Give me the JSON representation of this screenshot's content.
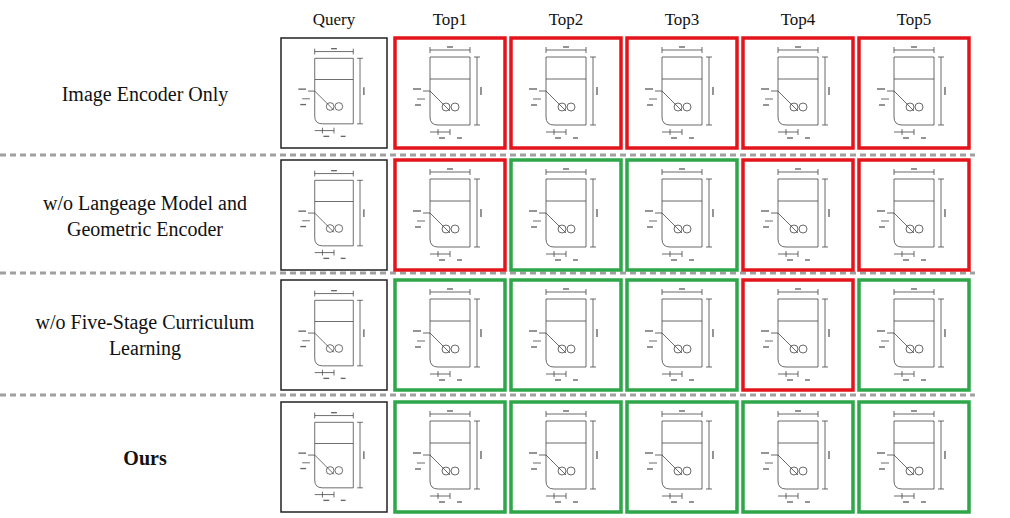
{
  "diagram": {
    "labels": [
      "Query",
      "Top1",
      "Top2",
      "Top3",
      "Top4",
      "Top5",
      "Image Encoder Only",
      "w/o Langeage Model and Geometric Encoder",
      "w/o Five-Stage Curriculum Learning",
      "Ours"
    ]
  }
}
